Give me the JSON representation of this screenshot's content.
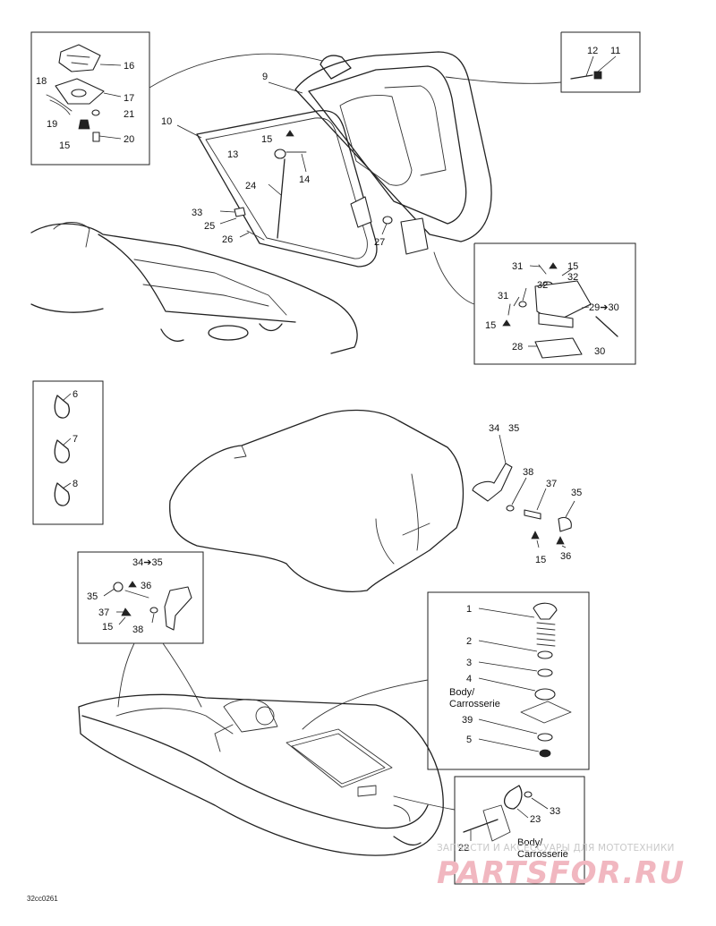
{
  "diagram": {
    "callouts": [
      {
        "id": "c16",
        "text": "16"
      },
      {
        "id": "c18",
        "text": "18"
      },
      {
        "id": "c17",
        "text": "17"
      },
      {
        "id": "c21",
        "text": "21"
      },
      {
        "id": "c19",
        "text": "19"
      },
      {
        "id": "c15a",
        "text": "15"
      },
      {
        "id": "c20",
        "text": "20"
      },
      {
        "id": "c9",
        "text": "9"
      },
      {
        "id": "c12",
        "text": "12"
      },
      {
        "id": "c11",
        "text": "11"
      },
      {
        "id": "c10",
        "text": "10"
      },
      {
        "id": "c15b",
        "text": "15"
      },
      {
        "id": "c13",
        "text": "13"
      },
      {
        "id": "c14",
        "text": "14"
      },
      {
        "id": "c24",
        "text": "24"
      },
      {
        "id": "c33a",
        "text": "33"
      },
      {
        "id": "c25",
        "text": "25"
      },
      {
        "id": "c26",
        "text": "26"
      },
      {
        "id": "c27",
        "text": "27"
      },
      {
        "id": "c31a",
        "text": "31"
      },
      {
        "id": "c15c",
        "text": "15"
      },
      {
        "id": "c32a",
        "text": "32"
      },
      {
        "id": "c31b",
        "text": "31"
      },
      {
        "id": "c32b",
        "text": "32"
      },
      {
        "id": "c2930",
        "text": "29➔30"
      },
      {
        "id": "c15d",
        "text": "15"
      },
      {
        "id": "c28",
        "text": "28"
      },
      {
        "id": "c30",
        "text": "30"
      },
      {
        "id": "c6",
        "text": "6"
      },
      {
        "id": "c7",
        "text": "7"
      },
      {
        "id": "c8",
        "text": "8"
      },
      {
        "id": "c34a",
        "text": "34"
      },
      {
        "id": "c35a",
        "text": "35"
      },
      {
        "id": "c38a",
        "text": "38"
      },
      {
        "id": "c37a",
        "text": "37"
      },
      {
        "id": "c35b",
        "text": "35"
      },
      {
        "id": "c15e",
        "text": "15"
      },
      {
        "id": "c36a",
        "text": "36"
      },
      {
        "id": "c3435",
        "text": "34➔35"
      },
      {
        "id": "c35c",
        "text": "35"
      },
      {
        "id": "c36b",
        "text": "36"
      },
      {
        "id": "c37b",
        "text": "37"
      },
      {
        "id": "c15f",
        "text": "15"
      },
      {
        "id": "c38b",
        "text": "38"
      },
      {
        "id": "c1",
        "text": "1"
      },
      {
        "id": "c2",
        "text": "2"
      },
      {
        "id": "c3",
        "text": "3"
      },
      {
        "id": "c4",
        "text": "4"
      },
      {
        "id": "c39",
        "text": "39"
      },
      {
        "id": "c5",
        "text": "5"
      },
      {
        "id": "c33b",
        "text": "33"
      },
      {
        "id": "c23",
        "text": "23"
      },
      {
        "id": "c22",
        "text": "22"
      }
    ],
    "body_label_1": [
      "Body/",
      "Carrosserie"
    ],
    "body_label_2": [
      "Body/",
      "Carrosserie"
    ],
    "code": "32сс0261"
  },
  "watermark": {
    "tagline": "ЗАПЧАСТИ И АКСЕССУАРЫ ДЛЯ МОТОТЕХНИКИ",
    "brand": "PARTSFOR.RU"
  }
}
